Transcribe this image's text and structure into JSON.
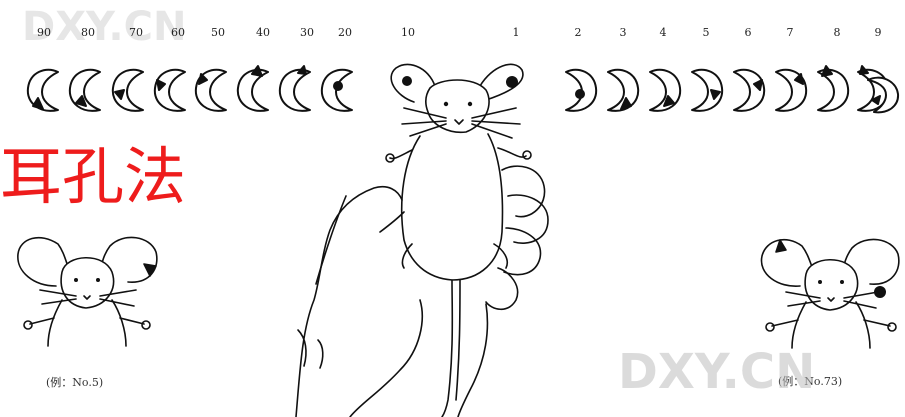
{
  "numbers": [
    "90",
    "80",
    "70",
    "60",
    "50",
    "40",
    "30",
    "20",
    "10",
    "1",
    "2",
    "3",
    "4",
    "5",
    "6",
    "7",
    "8",
    "9"
  ],
  "title": "耳孔法",
  "caption_left": "(例：No.5)",
  "caption_right": "(例：No.73)",
  "watermark_top": "DXY.CN",
  "watermark_bottom": "DXY.CN"
}
